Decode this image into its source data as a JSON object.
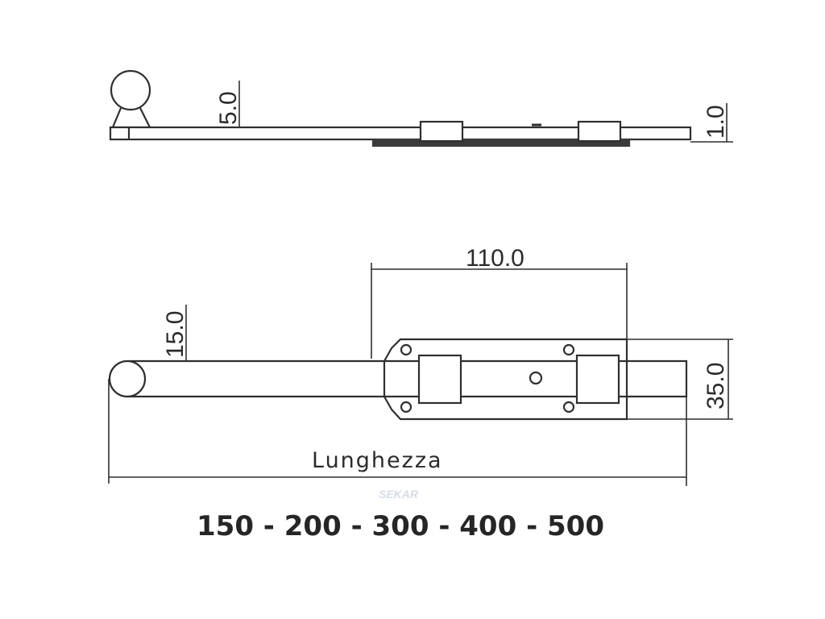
{
  "drawing": {
    "top_view": {
      "dim_height": "5.0",
      "dim_thickness": "1.0"
    },
    "front_view": {
      "dim_knob": "15.0",
      "dim_plate_length": "110.0",
      "dim_plate_height": "35.0",
      "length_label": "Lunghezza"
    },
    "available_lengths": "150 - 200 - 300 - 400 - 500",
    "watermark": "SEKAR"
  }
}
